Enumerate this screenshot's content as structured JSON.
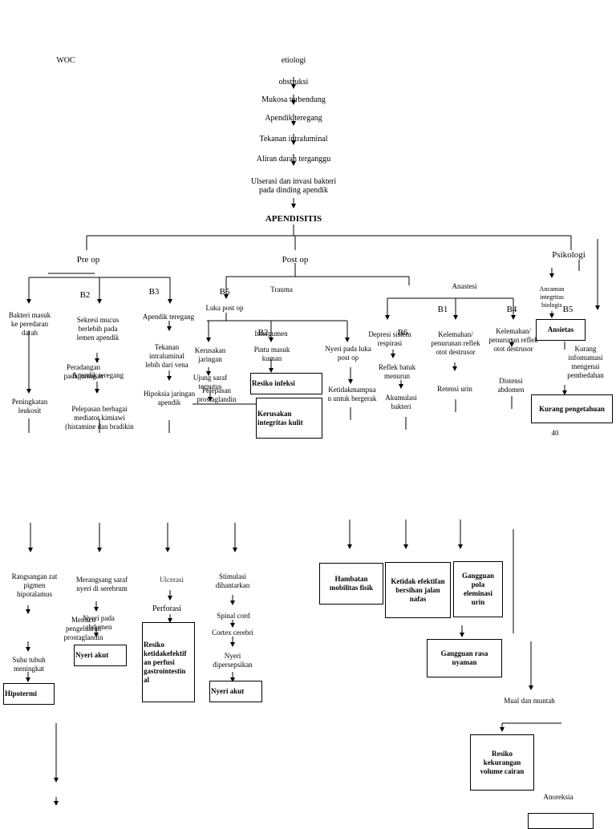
{
  "header": {
    "woc": "WOC",
    "page_number": "40"
  },
  "chain": [
    "etiologi",
    "obstruksi",
    "Mukosa terbendung",
    "Apendik teregang",
    "Tekanan intraluminal",
    "Aliran darah terganggu",
    "Ulserasi dan invasi bakteri\npada dinding apendik"
  ],
  "main": {
    "title": "APENDISITIS"
  },
  "branches": {
    "pre_op": "Pre op",
    "post_op": "Post op",
    "psikologi": "Psikologi"
  },
  "pre_op": {
    "bakteri": "Bakteri masuk\nke peredaran\ndarah",
    "leukosit": "Peningkatan\nleukosit",
    "b2": "B2",
    "sekresi": "Sekresi mucus\nberlebih pada\nlemen apendik",
    "peradangan": "Peradangan\npada jaringan",
    "apendik_teregang": "Apendik teregang",
    "pelepasan": "Pelepasan berbagai\nmediator kimiawi\n(histamine dan bradikin",
    "b3": "B3",
    "b3_apendik": "Apendik teregang",
    "tekanan": "Tekanan\nintraluminal\nlebih dari vena",
    "hipoksia": "Hipoksia jaringan\napendik"
  },
  "post_op": {
    "b5": "B5",
    "trauma": "Trauma",
    "luka": "Luka post op",
    "kerusakan_jaringan": "Kerusakan\njaringan",
    "ujung_saraf": "Ujung saraf\nterputus",
    "prostaglandin": "Pelepasan\nprostaglandin",
    "b2": "B2",
    "intergumen": "Intergumen",
    "pintu_masuk": "Pintu masuk\nkuman",
    "resiko_infeksi": "Resiko infeksi",
    "kerusakan_integritas": "Kerusakan\nintegritas kulit",
    "nyeri_luka": "Nyeri pada luka\npost op",
    "ketidakmampuan": "Ketidakmampua\nn untuk bergerak",
    "anastesi": "Anastesi",
    "b6": "B6",
    "depresi": "Depresi sistem\nrespirasi",
    "reflek_batuk": "Reflek batuk\nmenurun",
    "akumulasi": "Akumulasi\nbakteri",
    "b1": "B1",
    "kelemahan1": "Kelemahan/\npenurunan reflek\notot destrusor",
    "retensi": "Retensi urin",
    "b4": "B4",
    "kelemahan2": "Kelemahan/\npenurunan reflek\notot destrusor",
    "distensi": "Distensi\nabdomen"
  },
  "psikologi": {
    "ancaman": "Ancaman\nintegritas\nbiologis",
    "b5": "B5",
    "ansietas": "Ansietas",
    "kurang_info": "Kurang\ninfomumasi\nmengenai\npembedahan",
    "kurang_pengetahuan": "Kurang pengetahuan"
  },
  "lower": {
    "rangsangan": "Rangsangan zat\npigmen\nhipotalamus",
    "suhu": "Suhu tubuh\nmeningkat",
    "hipotermi": "Hipotermi",
    "merangsang": "Merangsang saraf\nnyeri di serebrum",
    "nyeri_pada_abdomen": "Nyeri pada\nabdomen",
    "memicu": "Memicu\npengeluaran\nprostaglandin",
    "nyeri_akut_1": "Nyeri akut",
    "ulcerasi": "Ulcerasi",
    "perforasi": "Perforasi",
    "resiko_perfusi": "Resiko\nketidakefektif\nan perfusi\ngastrointestin\nal",
    "stimulasi": "Stimulasi\ndihantarkan",
    "spinal": "Spinal cord",
    "cortex": "Cortex cerebri",
    "nyeri_dipersepsikan": "Nyeri\ndipersepsikan",
    "nyeri_akut_2": "Nyeri akut",
    "hambatan": "Hambatan\nmobilitas fisik",
    "ketidakefektifan": "Ketidak efektifan\nbersihan jalan\nnafas",
    "gangguan_eliminasi": "Gangguan\npola\neleminasi\nurin",
    "gangguan_nyaman": "Gangguan rasa\nnyaman",
    "mual": "Mual dan muntah",
    "resiko_cairan": "Resiko\nkekurangan\nvolume cairan",
    "anoreksia": "Anoreksia"
  }
}
